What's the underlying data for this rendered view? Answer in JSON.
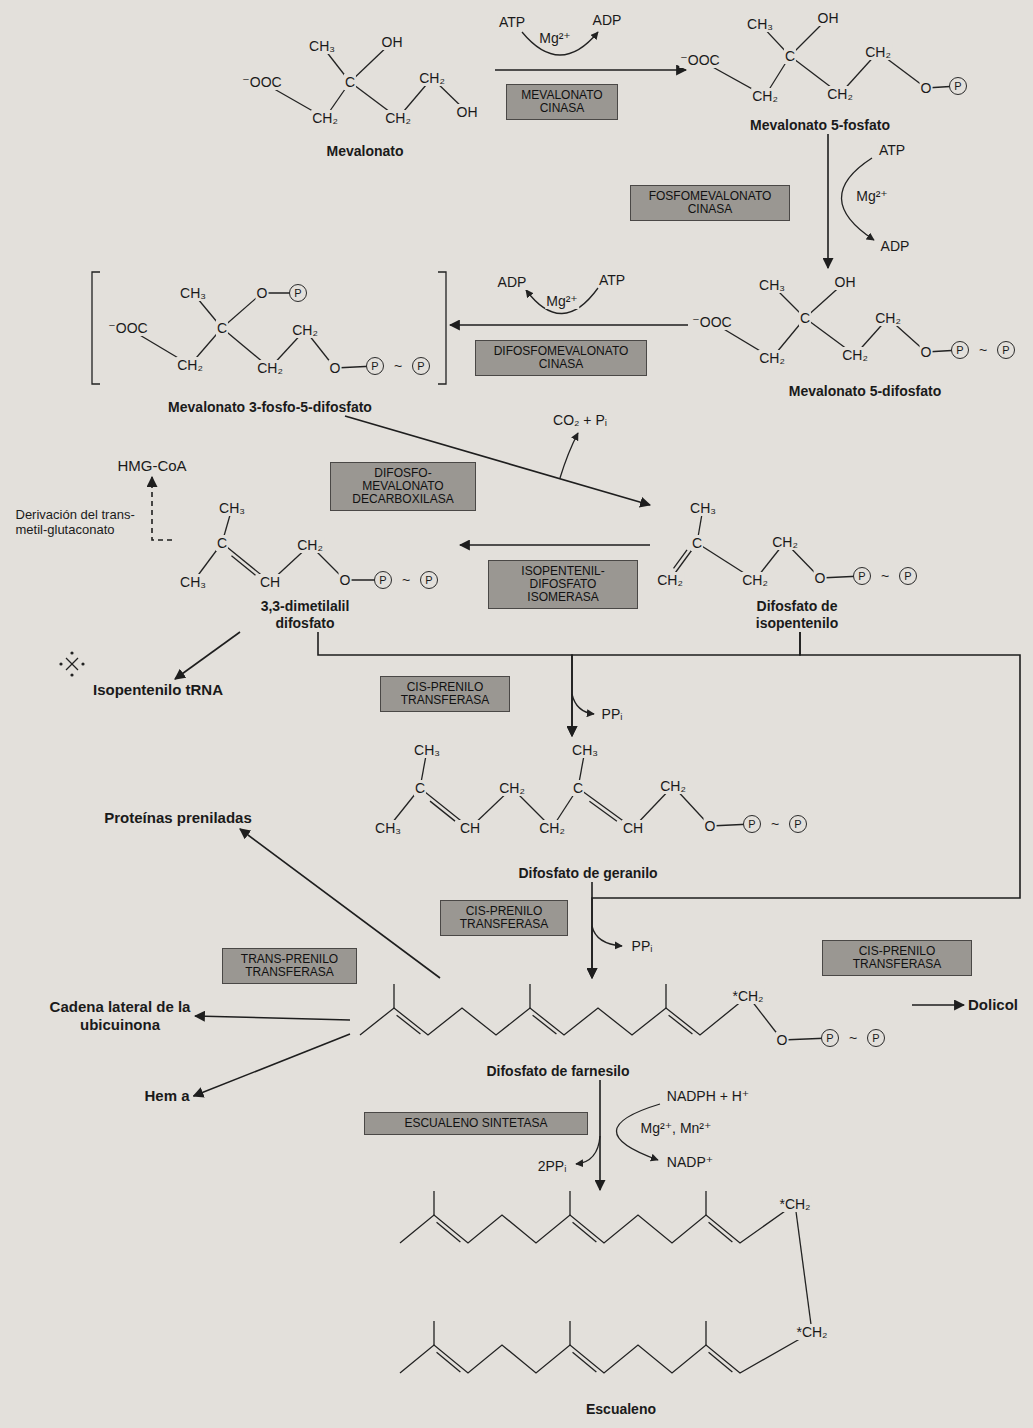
{
  "diagram": {
    "nodes": [
      {
        "text": [
          "Mevalonato"
        ]
      },
      {
        "text": [
          "MEVALONATO CINASA"
        ]
      },
      {
        "text": [
          "Mevalonato 5-fosfato"
        ]
      },
      {
        "text": [
          "FOSFOMEVALONATO CINASA"
        ]
      },
      {
        "text": [
          "Mevalonato 3-fosfo-5-difosfato"
        ]
      },
      {
        "text": [
          "DIFOSFOMEVALONATO CINASA"
        ]
      },
      {
        "text": [
          "Mevalonato 5-difosfato"
        ]
      },
      {
        "text": [
          "HMG-CoA"
        ]
      },
      {
        "text": [
          "DIFOSFO-MEVALONATO DECARBOXILASA"
        ]
      },
      {
        "text": [
          "3,3-dimetilalil difosfato"
        ]
      },
      {
        "text": [
          "ISOPENTENIL-DIFOSFATO ISOMERASA"
        ]
      },
      {
        "text": [
          "Difosfato de isopentenilo"
        ]
      },
      {
        "text": [
          "Isopentenilo tRNA"
        ]
      },
      {
        "text": [
          "CIS-PRENILO TRANSFERASA"
        ]
      },
      {
        "text": [
          "Difosfato de geranilo"
        ]
      },
      {
        "text": [
          "Proteínas preniladas"
        ]
      },
      {
        "text": [
          "CIS-PRENILO TRANSFERASA"
        ]
      },
      {
        "text": [
          "TRANS-PRENILO TRANSFERASA"
        ]
      },
      {
        "text": [
          "CIS-PRENILO TRANSFERASA"
        ]
      },
      {
        "text": [
          "Cadena lateral de la ubicuinona"
        ]
      },
      {
        "text": [
          "Dolicol"
        ]
      },
      {
        "text": [
          "Difosfato de farnesilo"
        ]
      },
      {
        "text": [
          "Hem a"
        ]
      },
      {
        "text": [
          "ESCUALENO SINTETASA"
        ]
      },
      {
        "text": [
          "Escualeno"
        ]
      }
    ],
    "edges": [
      {
        "from": 0,
        "to": 2,
        "arrow": "to"
      },
      {
        "from": 2,
        "to": 6,
        "arrow": "to"
      },
      {
        "from": 6,
        "to": 4,
        "arrow": "to"
      },
      {
        "from": 4,
        "to": 11,
        "arrow": "to"
      },
      {
        "from": 11,
        "to": 9,
        "arrow": "to"
      },
      {
        "from": 9,
        "to": 7,
        "arrow": "to",
        "label": "Derivación del trans-metil-glutaconato"
      },
      {
        "from": 9,
        "to": 12,
        "arrow": "to"
      },
      {
        "from": 9,
        "to": 14,
        "arrow": "to"
      },
      {
        "from": 11,
        "to": 14,
        "arrow": "to"
      },
      {
        "from": 11,
        "to": 21,
        "arrow": "to"
      },
      {
        "from": 14,
        "to": 21,
        "arrow": "to"
      },
      {
        "from": 21,
        "to": 15,
        "arrow": "to"
      },
      {
        "from": 21,
        "to": 19,
        "arrow": "to"
      },
      {
        "from": 21,
        "to": 22,
        "arrow": "to"
      },
      {
        "from": 21,
        "to": 20,
        "arrow": "to"
      },
      {
        "from": 21,
        "to": 24,
        "arrow": "to"
      }
    ],
    "labels": [
      "CH₃",
      "OH",
      "⁻OOC",
      "C",
      "CH₂",
      "CH₂",
      "CH₂",
      "OH",
      "CH₃",
      "OH",
      "⁻OOC",
      "C",
      "CH₂",
      "CH₂",
      "CH₂",
      "O",
      "P",
      "CH₃",
      "OH",
      "⁻OOC",
      "C",
      "CH₂",
      "CH₂",
      "CH₂",
      "O",
      "P",
      "~",
      "P",
      "CH₃",
      "O",
      "P",
      "⁻OOC",
      "C",
      "CH₂",
      "CH₂",
      "CH₂",
      "O",
      "P",
      "~",
      "P",
      "CH₃",
      "C",
      "CH₂",
      "CH₂",
      "CH₂",
      "O",
      "P",
      "~",
      "P",
      "CH₃",
      "C",
      "CH₂",
      "CH₃",
      "CH",
      "O",
      "P",
      "~",
      "P",
      "CH₃",
      "C",
      "CH₂",
      "CH₃",
      "CH",
      "C",
      "CH₃",
      "CH₂",
      "CH₂",
      "CH",
      "O",
      "P",
      "~",
      "P",
      "*CH₂",
      "O",
      "P",
      "~",
      "P",
      "*CH₂",
      "*CH₂",
      "ATP",
      "Mg²⁺",
      "ADP",
      "ATP",
      "Mg²⁺",
      "ADP",
      "ADP",
      "ATP",
      "Mg²⁺",
      "CO₂ + Pᵢ",
      "PPᵢ",
      "PPᵢ",
      "NADPH + H⁺",
      "Mg²⁺, Mn²⁺",
      "NADP⁺",
      "2PPᵢ"
    ]
  }
}
